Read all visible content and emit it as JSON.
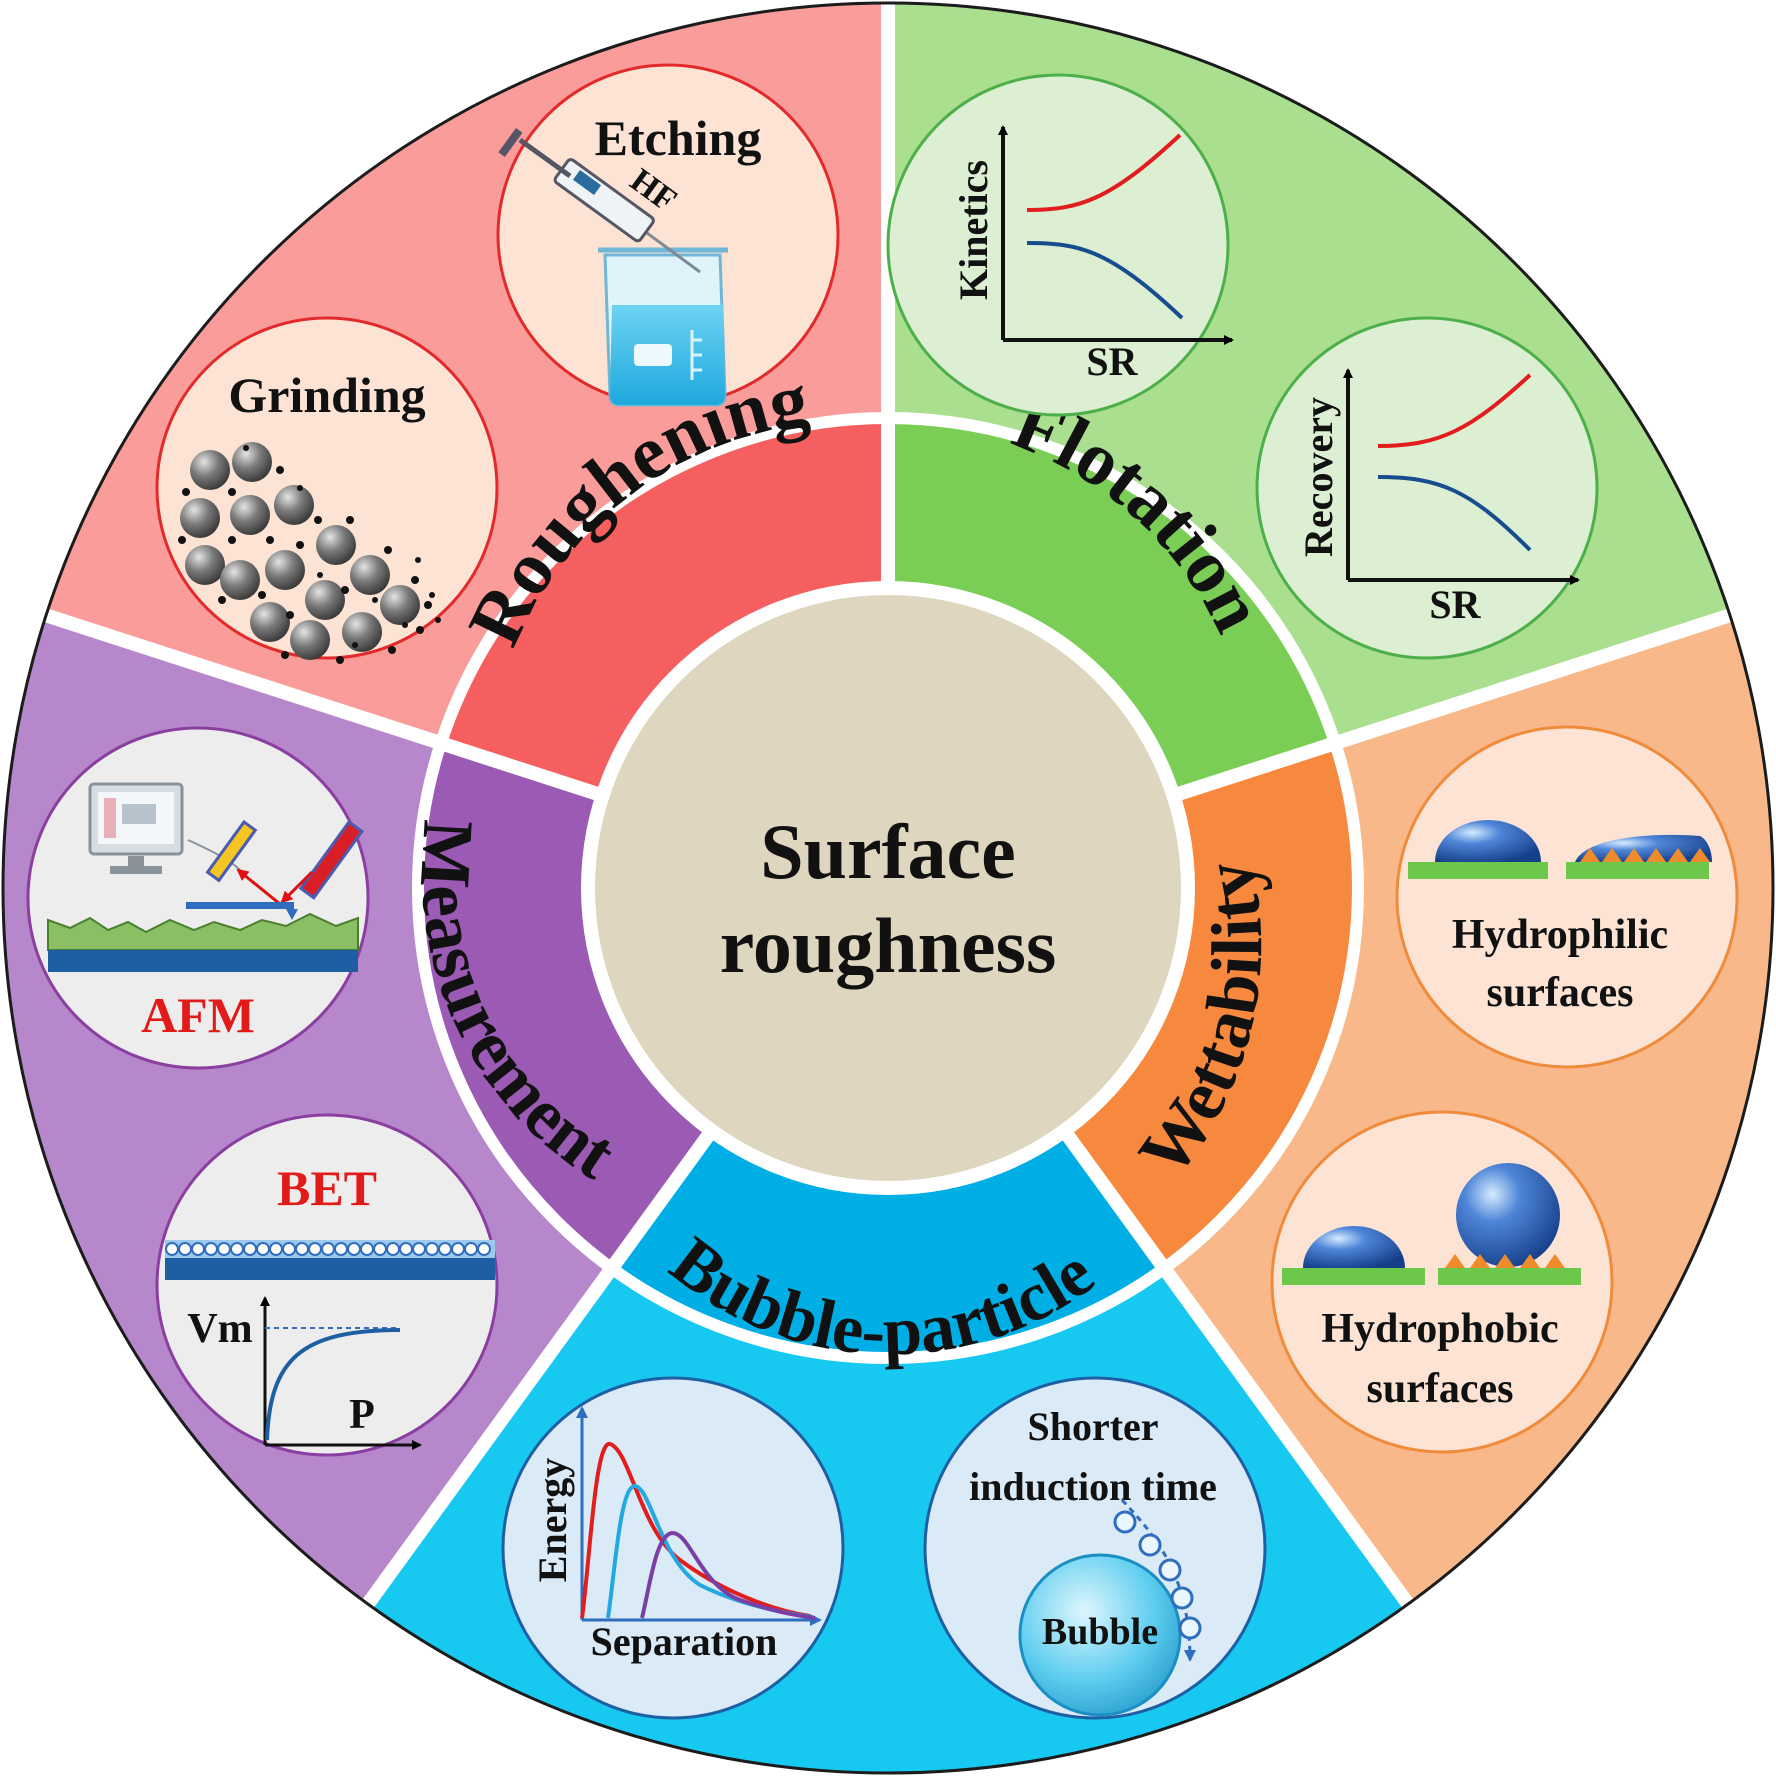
{
  "center": {
    "line1": "Surface",
    "line2": "roughness"
  },
  "ring_labels": {
    "roughening": "Roughening",
    "flotation": "Flotation",
    "wettability": "Wettability",
    "bubble_particle": "Bubble-particle",
    "measurement": "Measurement"
  },
  "roughening": {
    "etching": {
      "title": "Etching",
      "reagent": "HF"
    },
    "grinding": {
      "title": "Grinding"
    }
  },
  "flotation": {
    "kinetics_plot": {
      "ylabel": "Kinetics",
      "xlabel": "SR"
    },
    "recovery_plot": {
      "ylabel": "Recovery",
      "xlabel": "SR"
    }
  },
  "wettability": {
    "hydrophilic": {
      "line1": "Hydrophilic",
      "line2": "surfaces"
    },
    "hydrophobic": {
      "line1": "Hydrophobic",
      "line2": "surfaces"
    }
  },
  "bubble_particle": {
    "energy_plot": {
      "ylabel": "Energy",
      "xlabel": "Separation"
    },
    "induction": {
      "line1": "Shorter",
      "line2": "induction time",
      "bubble": "Bubble"
    }
  },
  "measurement": {
    "afm": {
      "title": "AFM"
    },
    "bet": {
      "title": "BET",
      "ylabel": "Vm",
      "xlabel": "P"
    }
  },
  "colors": {
    "roughening_outer": "#F99C9A",
    "roughening_inner": "#F55F5F",
    "flotation_outer": "#A9DF8E",
    "flotation_inner": "#7ACE55",
    "wettability_outer": "#F8B88A",
    "wettability_inner": "#F7893E",
    "bubble_outer": "#17C9F0",
    "bubble_inner": "#00AEE6",
    "measurement_outer": "#B787CC",
    "measurement_inner": "#9B5BB5",
    "center": "#DED6BE"
  }
}
